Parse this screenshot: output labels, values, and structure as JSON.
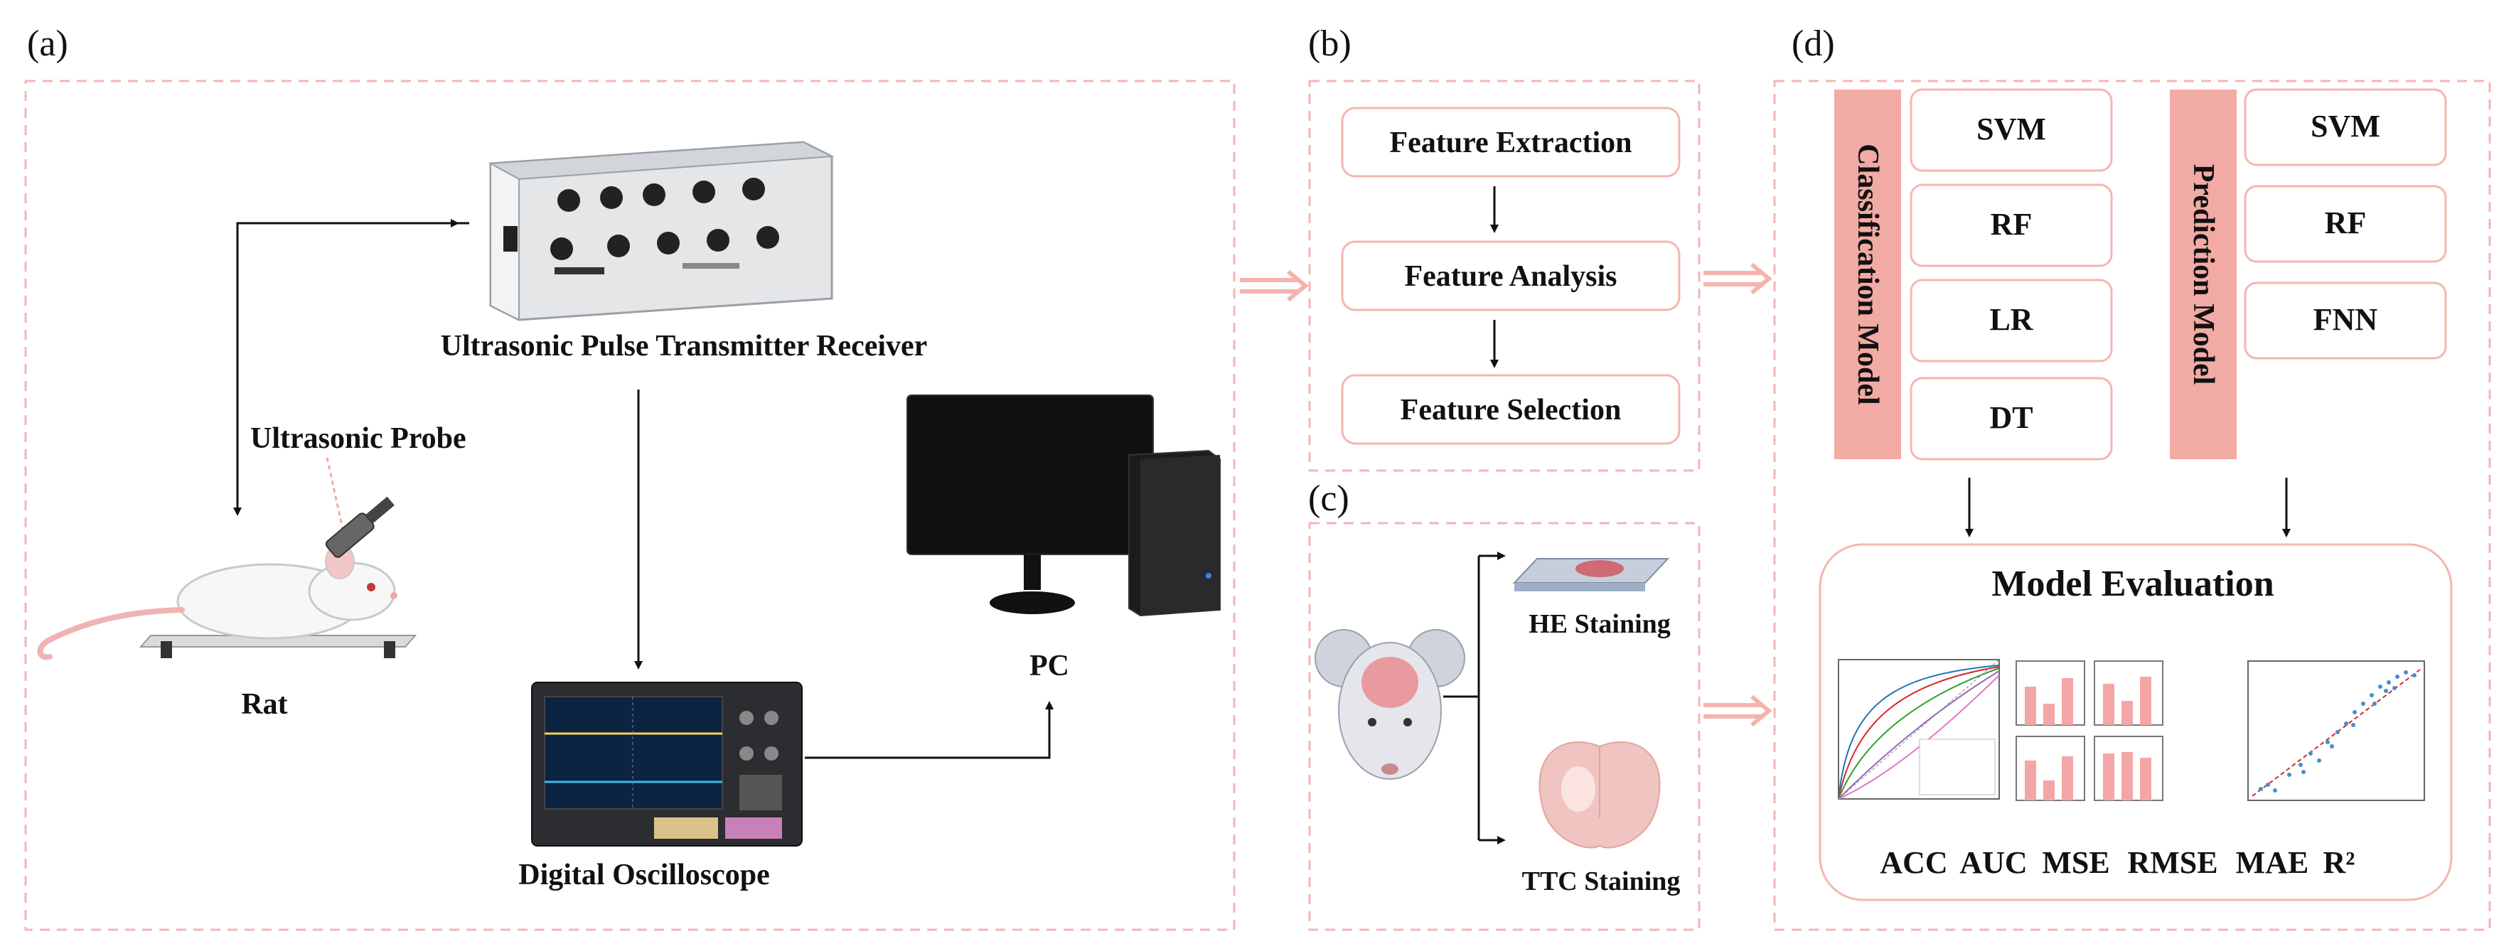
{
  "panels": {
    "a": {
      "label": "(a)",
      "ultrasonic_pulse": "Ultrasonic Pulse Transmitter Receiver",
      "ultrasonic_probe": "Ultrasonic Probe",
      "rat": "Rat",
      "pc": "PC",
      "oscilloscope": "Digital Oscilloscope"
    },
    "b": {
      "label": "(b)",
      "steps": [
        "Feature Extraction",
        "Feature Analysis",
        "Feature Selection"
      ]
    },
    "c": {
      "label": "(c)",
      "he": "HE Staining",
      "ttc": "TTC Staining"
    },
    "d": {
      "label": "(d)",
      "classification_title": "Classification Model",
      "classification_models": [
        "SVM",
        "RF",
        "LR",
        "DT"
      ],
      "prediction_title": "Prediction Model",
      "prediction_models": [
        "SVM",
        "RF",
        "FNN"
      ],
      "evaluation_title": "Model Evaluation",
      "metrics": [
        "ACC",
        "AUC",
        "MSE",
        "RMSE",
        "MAE",
        "R²"
      ]
    }
  },
  "colors": {
    "dashed_border": "#f4b6b2",
    "box_border": "#f3b7b0",
    "accent_fill": "#f2aaa4",
    "arrow_pink": "#f6b3ad"
  }
}
